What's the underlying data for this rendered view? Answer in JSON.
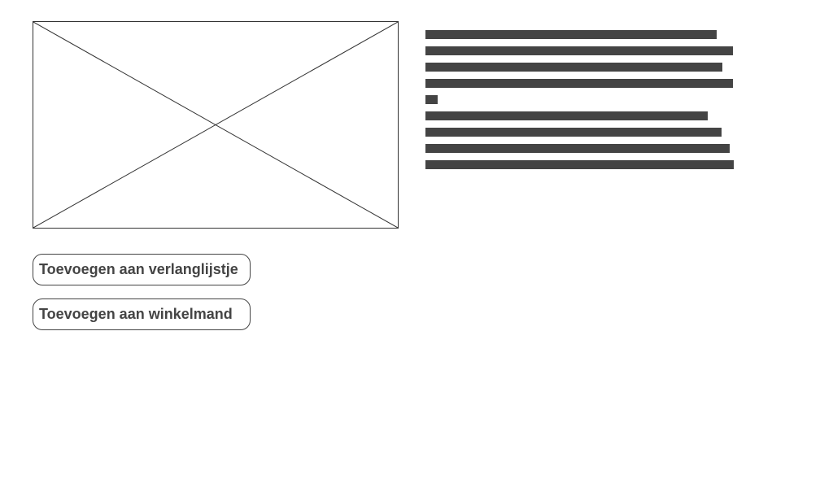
{
  "product": {
    "image": {
      "icon": "image-placeholder-icon"
    },
    "description": {
      "line_widths_fraction": [
        0.894,
        0.944,
        0.913,
        0.944,
        0.038,
        0.867,
        0.911,
        0.936,
        0.947
      ]
    }
  },
  "actions": {
    "wishlist_label": "Toevoegen aan verlanglijstje",
    "cart_label": "Toevoegen aan winkelmand"
  },
  "colors": {
    "text_bar": "#444444",
    "border": "#333333",
    "button_text": "#444444",
    "background": "#ffffff"
  }
}
